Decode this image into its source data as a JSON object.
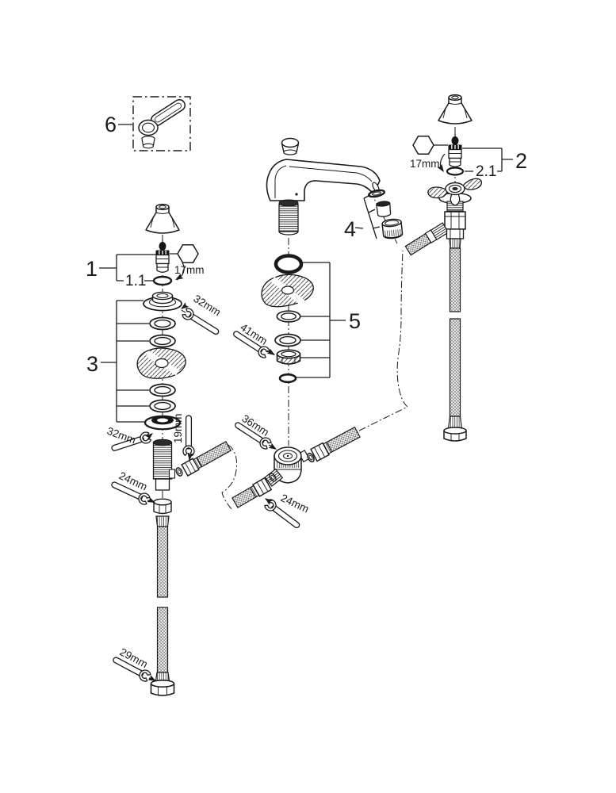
{
  "figure": {
    "background_color": "#ffffff",
    "line_color": "#1a1a1a"
  },
  "callouts": {
    "item_1": "1",
    "item_1_1": "1.1",
    "item_2": "2",
    "item_2_1": "2.1",
    "item_3": "3",
    "item_4": "4",
    "item_5": "5",
    "item_6": "6"
  },
  "tool_sizes": {
    "hex_cartridge_left": "17mm",
    "hex_cartridge_right": "17mm",
    "wrench_backnut_top": "32mm",
    "wrench_backnut_bottom": "32mm",
    "wrench_hose_side": "19mm",
    "wrench_spout_nut": "41mm",
    "wrench_tee_body": "36mm",
    "wrench_hose_left": "24mm",
    "wrench_hose_center": "24mm",
    "wrench_hose_end": "29mm"
  }
}
